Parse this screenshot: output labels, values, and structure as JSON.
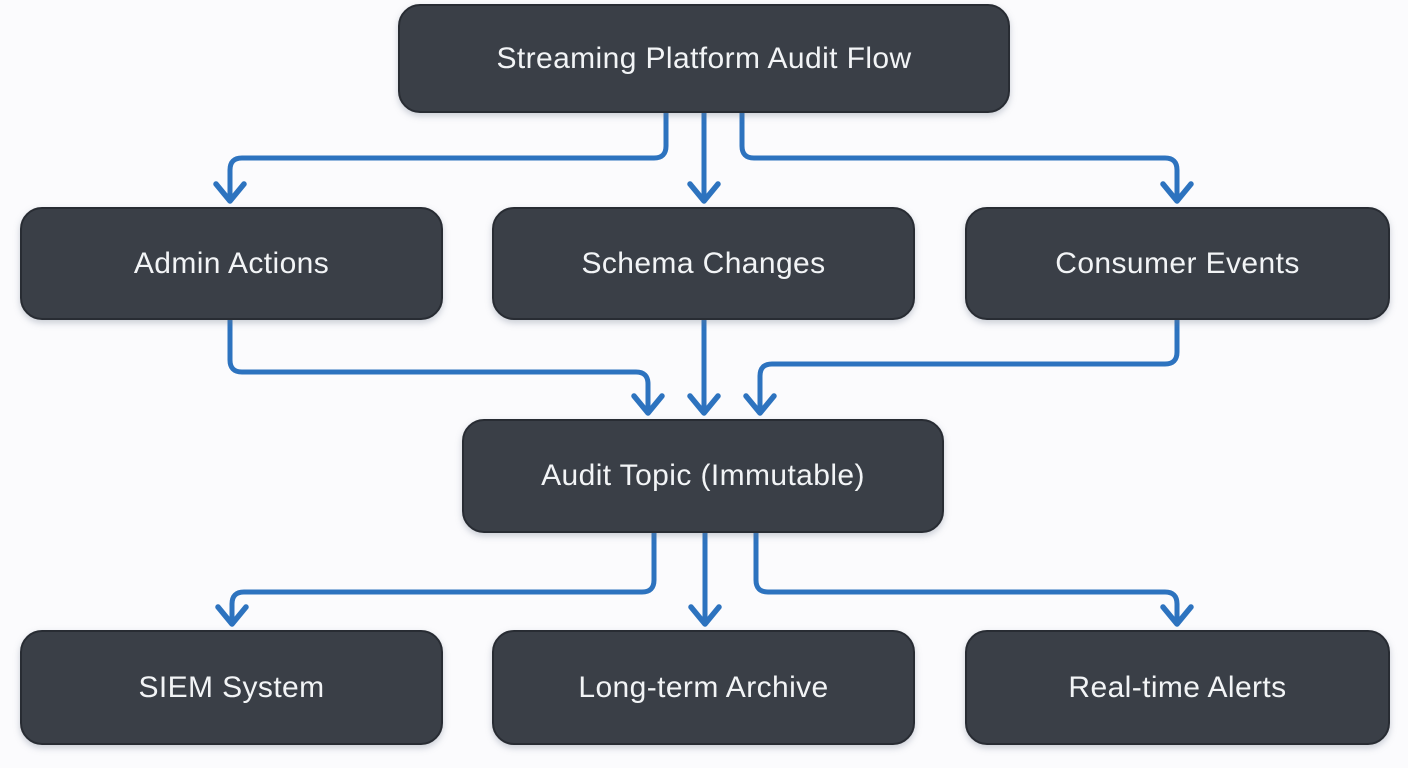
{
  "diagram": {
    "title": "Streaming Platform Audit Flow",
    "nodes": {
      "root": {
        "label": "Streaming Platform Audit Flow"
      },
      "admin_actions": {
        "label": "Admin Actions"
      },
      "schema_changes": {
        "label": "Schema Changes"
      },
      "consumer_events": {
        "label": "Consumer Events"
      },
      "audit_topic": {
        "label": "Audit Topic (Immutable)"
      },
      "siem_system": {
        "label": "SIEM System"
      },
      "longterm_archive": {
        "label": "Long-term Archive"
      },
      "realtime_alerts": {
        "label": "Real-time Alerts"
      }
    },
    "edges": [
      {
        "from": "root",
        "to": "admin_actions"
      },
      {
        "from": "root",
        "to": "schema_changes"
      },
      {
        "from": "root",
        "to": "consumer_events"
      },
      {
        "from": "admin_actions",
        "to": "audit_topic"
      },
      {
        "from": "schema_changes",
        "to": "audit_topic"
      },
      {
        "from": "consumer_events",
        "to": "audit_topic"
      },
      {
        "from": "audit_topic",
        "to": "siem_system"
      },
      {
        "from": "audit_topic",
        "to": "longterm_archive"
      },
      {
        "from": "audit_topic",
        "to": "realtime_alerts"
      }
    ],
    "colors": {
      "background": "#fbfbfd",
      "node_fill": "#3a3f47",
      "node_border": "#282c33",
      "node_text": "#f2f4f6",
      "arrow": "#2d73bf"
    }
  }
}
